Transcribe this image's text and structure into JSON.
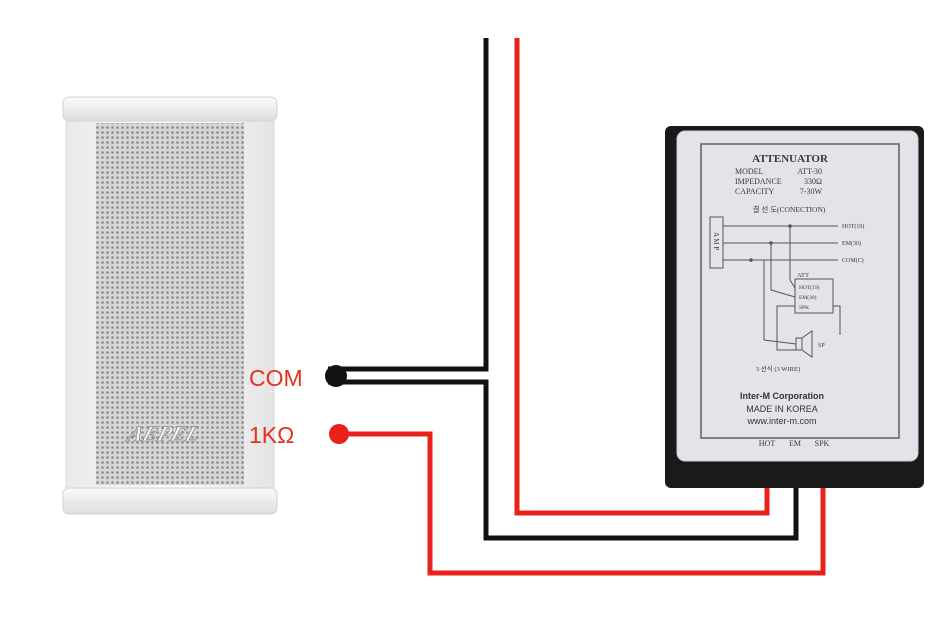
{
  "speaker": {
    "brand": "AEPEL",
    "terminals": [
      {
        "label": "COM",
        "color": "#e8301e"
      },
      {
        "label": "1KΩ",
        "color": "#e8301e"
      }
    ]
  },
  "attenuator": {
    "title": "ATTENUATOR",
    "specs": [
      {
        "key": "MODEL",
        "value": "ATT-30"
      },
      {
        "key": "IMPEDANCE",
        "value": "330Ω"
      },
      {
        "key": "CAPACITY",
        "value": "7-30W"
      }
    ],
    "connection_title": "결 선 도(CONECTION)",
    "amp_label": "A M P",
    "diagram_lines": [
      "HOT(19)",
      "EM(30)",
      "COM(C)"
    ],
    "att_box_label": "ATT",
    "att_box_rows": [
      "HOT(19)",
      "EM(30)",
      "SPK"
    ],
    "sp_label": "SP",
    "wire_note": "3 선식 (3 WIRE)",
    "corporation": "Inter-M Corporation",
    "made_in": "MADE IN KOREA",
    "website": "www.inter-m.com",
    "terminals": [
      "HOT",
      "EM",
      "SPK"
    ]
  },
  "colors": {
    "red_wire": "#e8211a",
    "black_wire": "#111111",
    "label_red": "#e8301e"
  }
}
